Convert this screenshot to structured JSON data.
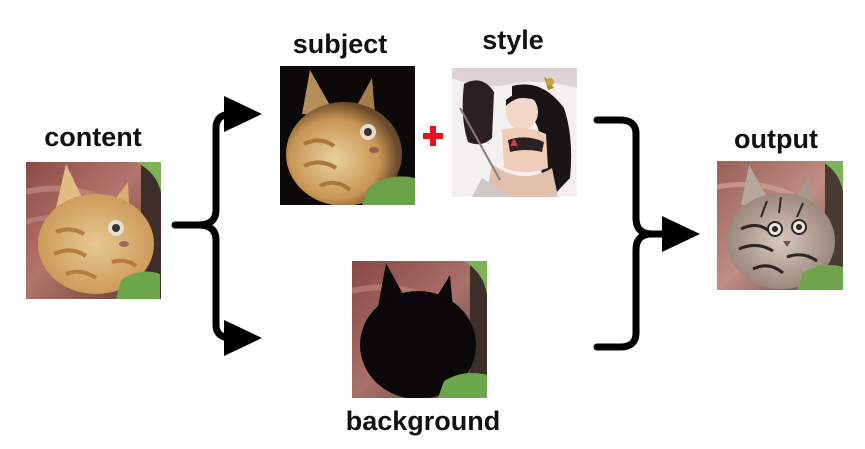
{
  "labels": {
    "content": "content",
    "subject": "subject",
    "style": "style",
    "background": "background",
    "output": "output"
  },
  "colors": {
    "arrow": "#000000",
    "plus": "#e8121b"
  },
  "icons": {
    "plus": "plus-icon",
    "arrow": "arrow-icon",
    "brace": "brace-icon"
  }
}
